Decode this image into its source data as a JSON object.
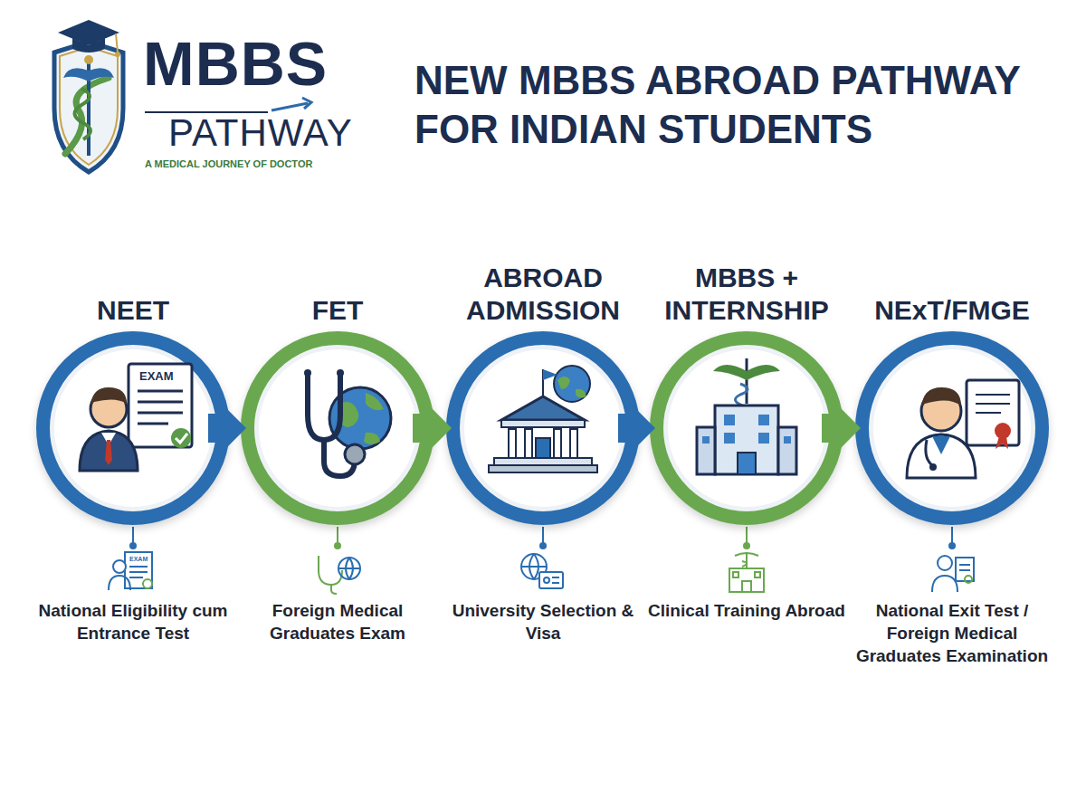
{
  "diagram": {
    "title": "NEW MBBS ABROAD PATHWAY FOR INDIAN STUDENTS",
    "nodes": [
      {
        "text": [
          "NEET",
          "National Eligibility cum Entrance Test"
        ]
      },
      {
        "text": [
          "FET",
          "Foreign Medical Graduates Exam"
        ]
      },
      {
        "text": [
          "ABROAD ADMISSION",
          "University Selection & Visa"
        ]
      },
      {
        "text": [
          "MBBS + INTERNSHIP",
          "Clinical Training Abroad"
        ]
      },
      {
        "text": [
          "NExT/FMGE",
          "National Exit Test / Foreign Medical Graduates Examination"
        ]
      }
    ],
    "edges": [
      {
        "from": 0,
        "to": 1,
        "arrow": "to"
      },
      {
        "from": 1,
        "to": 2,
        "arrow": "to"
      },
      {
        "from": 2,
        "to": 3,
        "arrow": "to"
      },
      {
        "from": 3,
        "to": 4,
        "arrow": "to"
      }
    ],
    "labels": [
      "MBBS",
      "PATHWAY",
      "A MEDICAL JOURNEY OF DOCTOR",
      "EXAM",
      "EXAM"
    ]
  }
}
